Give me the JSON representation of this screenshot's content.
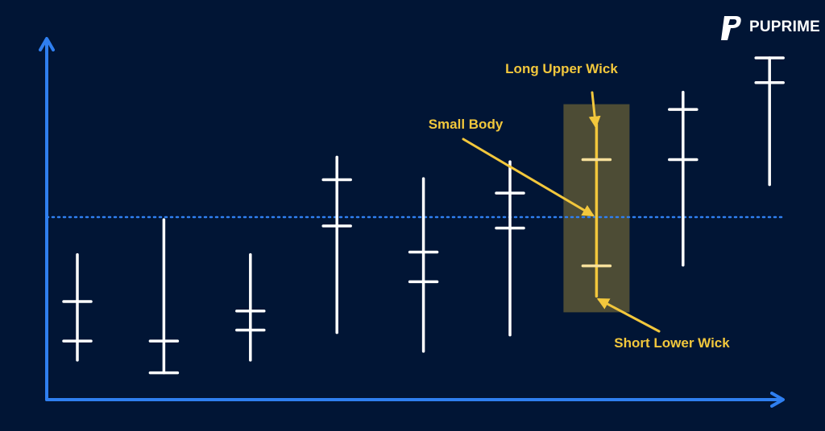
{
  "brand": {
    "name": "PUPRIME"
  },
  "colors": {
    "background": "#011535",
    "axis": "#2f7ff0",
    "candle": "#ffffff",
    "reference_line": "#2f7ff0",
    "highlight_fill": "#4d4c35",
    "annotation": "#f2c73c"
  },
  "chart_data": {
    "type": "candlestick",
    "title": "",
    "xlabel": "",
    "ylabel": "",
    "axes_ticks": false,
    "ylim": [
      0,
      100
    ],
    "reference_line": {
      "value": 51.7,
      "style": "dotted"
    },
    "candles": [
      {
        "high": 41.1,
        "low": 11.2,
        "body_top": 27.8,
        "body_bottom": 16.6
      },
      {
        "high": 51.0,
        "low": 7.6,
        "body_top": 16.6,
        "body_bottom": 7.6
      },
      {
        "high": 41.1,
        "low": 11.2,
        "body_top": 25.1,
        "body_bottom": 19.7
      },
      {
        "high": 68.7,
        "low": 19.0,
        "body_top": 62.3,
        "body_bottom": 49.2
      },
      {
        "high": 62.6,
        "low": 13.7,
        "body_top": 41.8,
        "body_bottom": 33.4
      },
      {
        "high": 67.4,
        "low": 18.3,
        "body_top": 58.5,
        "body_bottom": 48.6
      },
      {
        "high": 78.0,
        "low": 29.3,
        "body_top": 68.0,
        "body_bottom": 37.9,
        "highlight": true
      },
      {
        "high": 87.1,
        "low": 38.1,
        "body_top": 82.2,
        "body_bottom": 68.0
      },
      {
        "high": 96.8,
        "low": 60.9,
        "body_top": 96.8,
        "body_bottom": 89.8
      }
    ],
    "annotations": [
      {
        "label": "Long Upper Wick",
        "target": "upper_wick",
        "candle": 6
      },
      {
        "label": "Small Body",
        "target": "body",
        "candle": 6
      },
      {
        "label": "Short Lower Wick",
        "target": "lower_wick",
        "candle": 6
      }
    ]
  }
}
